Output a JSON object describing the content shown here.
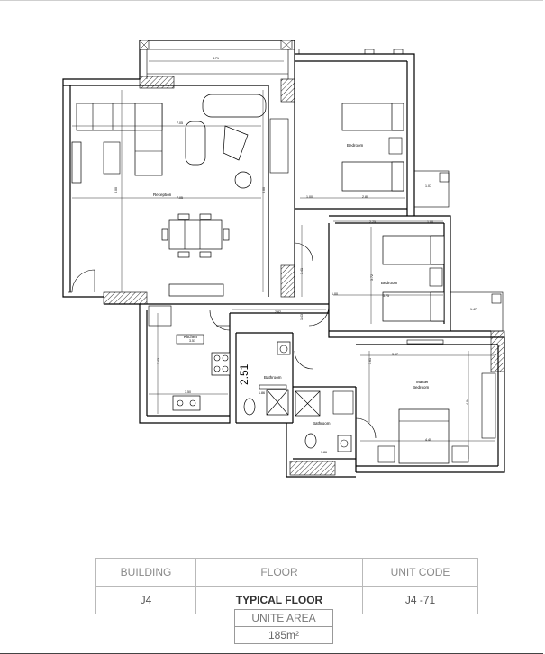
{
  "plan": {
    "rooms": {
      "reception": "Reception",
      "bedroom_1": "Bedroom",
      "bedroom_2": "Bedroom",
      "master_bedroom_line1": "Master",
      "master_bedroom_line2": "Bedroom",
      "kitchen": "Kitchen",
      "bathroom_1": "Bathroom",
      "bathroom_2": "Bathroom"
    },
    "dimensions": {
      "top": "4.71",
      "reception_w": "7.05",
      "reception_w2": "7.05",
      "reception_h": "5.00",
      "reception_h2": "5.00",
      "bed1_w": "2.80",
      "bed1_small": "1.00",
      "bed1_side": "1.07",
      "bed2_w": "3.75",
      "bed2_w2": "2.75",
      "bed2_h": "3.72",
      "bed2_small": "1.00",
      "bed2_small2": "1.00",
      "corridor_w": "2.82",
      "corridor_h": "1.43",
      "corridor_h2": "3.41",
      "bal_w": "1.47",
      "kitchen_h": "3.43",
      "kitchen_w": "3.50",
      "kitchen_top": "3.51",
      "bath_w": "1.86",
      "bath_big": "2.51",
      "master_w": "4.40",
      "master_w2": "3.07",
      "master_h": "4.04",
      "master_left": "1.61",
      "bath2_w": "1.86"
    }
  },
  "info_table": {
    "headers": [
      "BUILDING",
      "FLOOR",
      "UNIT CODE"
    ],
    "values": [
      "J4",
      "TYPICAL FLOOR",
      "J4 -71"
    ]
  },
  "unit_area": {
    "label": "UNITE AREA",
    "value": "185m²"
  }
}
